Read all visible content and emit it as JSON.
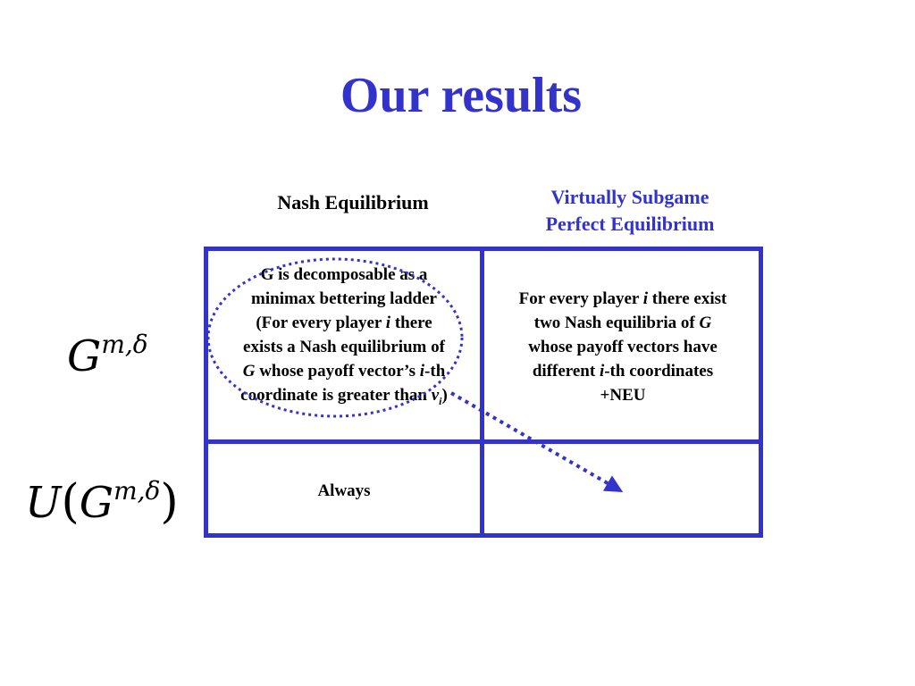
{
  "title": "Our results",
  "columns": {
    "nash": "Nash Equilibrium",
    "vspe_line1": "Virtually Subgame",
    "vspe_line2": "Perfect Equilibrium"
  },
  "rows": {
    "r1": {
      "base": "G",
      "superscript": "m,δ"
    },
    "r2": {
      "outer": "U",
      "open": "(",
      "base": "G",
      "superscript": "m,δ",
      "close": ")"
    }
  },
  "cells": {
    "a_line1": "G is decomposable as a",
    "a_line2": "minimax bettering ladder",
    "a_line3_pre": "(For every player ",
    "a_line3_var": "i",
    "a_line3_post": " there",
    "a_line4": "exists a Nash equilibrium of",
    "a_line5_var": "G",
    "a_line5_mid": " whose payoff vector’s ",
    "a_line5_var2": "i",
    "a_line5_post": "-th",
    "a_line6_pre": "coordinate is greater than ",
    "a_line6_var": "v",
    "a_line6_sub": "i",
    "a_line6_post": ")",
    "b_line1_pre": "For every player ",
    "b_line1_var": "i",
    "b_line1_post": " there exist",
    "b_line2_pre": "two Nash equilibria of ",
    "b_line2_var": "G",
    "b_line3": "whose payoff vectors have",
    "b_line4_pre": "different ",
    "b_line4_var": "i",
    "b_line4_post": "-th coordinates",
    "b_line5": "+NEU",
    "c": "Always",
    "d": ""
  },
  "colors": {
    "title": "#3333cc",
    "vspe_heading": "#3333cc",
    "grid": "#3333cc",
    "annotation": "#3333cc"
  }
}
